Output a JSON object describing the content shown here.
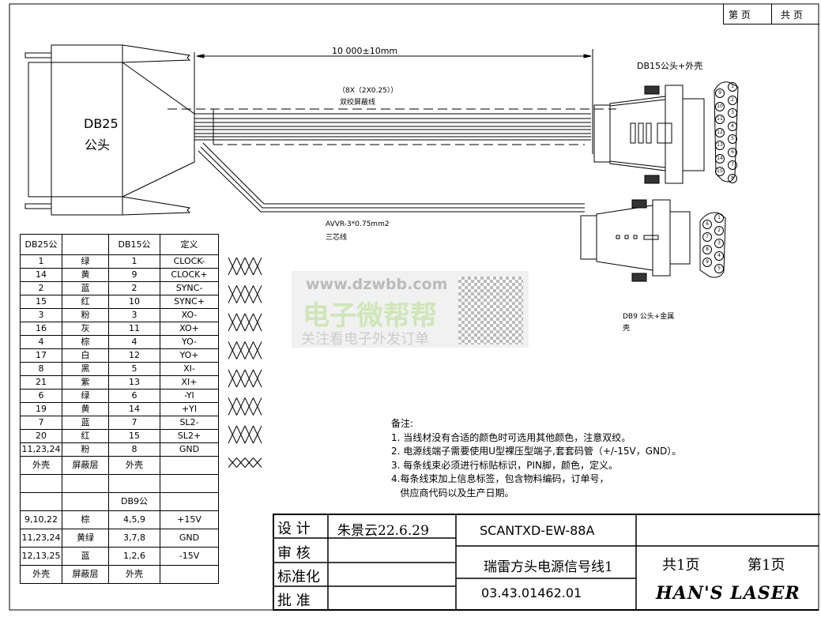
{
  "header_box": {
    "page_label": "第  页",
    "total_label": "共  页"
  },
  "drawing": {
    "db25_label": "DB25",
    "db25_sub": "公头",
    "length_dim": "10 000±10mm",
    "twisted_cable_spec": "（8X（2X0.25））",
    "twisted_cable_name": "双绞屏蔽线",
    "power_cable_spec": "AVVR-3*0.75mm2",
    "power_cable_name": "三芯线",
    "db15_label": "DB15公头+外壳",
    "db9_label_line1": "DB9 公头+金属",
    "db9_label_line2": "壳",
    "db15_pins": [
      "1",
      "2",
      "3",
      "4",
      "5",
      "6",
      "7",
      "8",
      "9",
      "10",
      "11",
      "12",
      "13",
      "14",
      "15"
    ],
    "db9_pins": [
      "1",
      "2",
      "3",
      "4",
      "5",
      "6",
      "7",
      "8",
      "9"
    ]
  },
  "watermark": {
    "url": "www.dzwbb.com",
    "name": "电子微帮帮",
    "slogan": "关注看电子外发订单"
  },
  "pin_table": {
    "headers": [
      "DB25公",
      "",
      "DB15公",
      "定义"
    ],
    "rows": [
      [
        "1",
        "绿",
        "1",
        "CLOCK-"
      ],
      [
        "14",
        "黄",
        "9",
        "CLOCK+"
      ],
      [
        "2",
        "蓝",
        "2",
        "SYNC-"
      ],
      [
        "15",
        "红",
        "10",
        "SYNC+"
      ],
      [
        "3",
        "粉",
        "3",
        "XO-"
      ],
      [
        "16",
        "灰",
        "11",
        "XO+"
      ],
      [
        "4",
        "棕",
        "4",
        "YO-"
      ],
      [
        "17",
        "白",
        "12",
        "YO+"
      ],
      [
        "8",
        "黑",
        "5",
        "XI-"
      ],
      [
        "21",
        "紫",
        "13",
        "XI+"
      ],
      [
        "6",
        "绿",
        "6",
        "-YI"
      ],
      [
        "19",
        "黄",
        "14",
        "+YI"
      ],
      [
        "7",
        "蓝",
        "7",
        "SL2-"
      ],
      [
        "20",
        "红",
        "15",
        "SL2+"
      ],
      [
        "11,23,24",
        "粉",
        "8",
        "GND"
      ],
      [
        "外壳",
        "屏蔽层",
        "外壳",
        ""
      ],
      [
        "",
        "",
        "",
        ""
      ],
      [
        "",
        "",
        "DB9公",
        ""
      ],
      [
        "9,10,22",
        "棕",
        "4,5,9",
        "+15V"
      ],
      [
        "11,23,24",
        "黄绿",
        "3,7,8",
        "GND"
      ],
      [
        "12,13,25",
        "蓝",
        "1,2,6",
        "-15V"
      ],
      [
        "外壳",
        "屏蔽层",
        "外壳",
        ""
      ]
    ]
  },
  "notes": {
    "title": "备注:",
    "items": [
      "1. 当线材没有合适的颜色时可选用其他颜色，注意双绞。",
      "2. 电源线端子需要使用U型裸压型端子,套套码管（+/-15V，GND）。",
      "3. 每条线束必须进行标贴标识，PIN脚，颜色，定义。",
      "4.每条线束加上信息标签，包含物料编码，订单号，",
      "   供应商代码以及生产日期。"
    ]
  },
  "title_block": {
    "design_label": "设  计",
    "design_value": "朱景云22.6.29",
    "review_label": "审  核",
    "standard_label": "标准化",
    "approve_label": "批  准",
    "model": "SCANTXD-EW-88A",
    "name": "瑞雷方头电源信号线1",
    "part_number": "03.43.01462.01",
    "total_pages": "共1页",
    "page_no": "第1页",
    "company": "HAN'S LASER"
  }
}
